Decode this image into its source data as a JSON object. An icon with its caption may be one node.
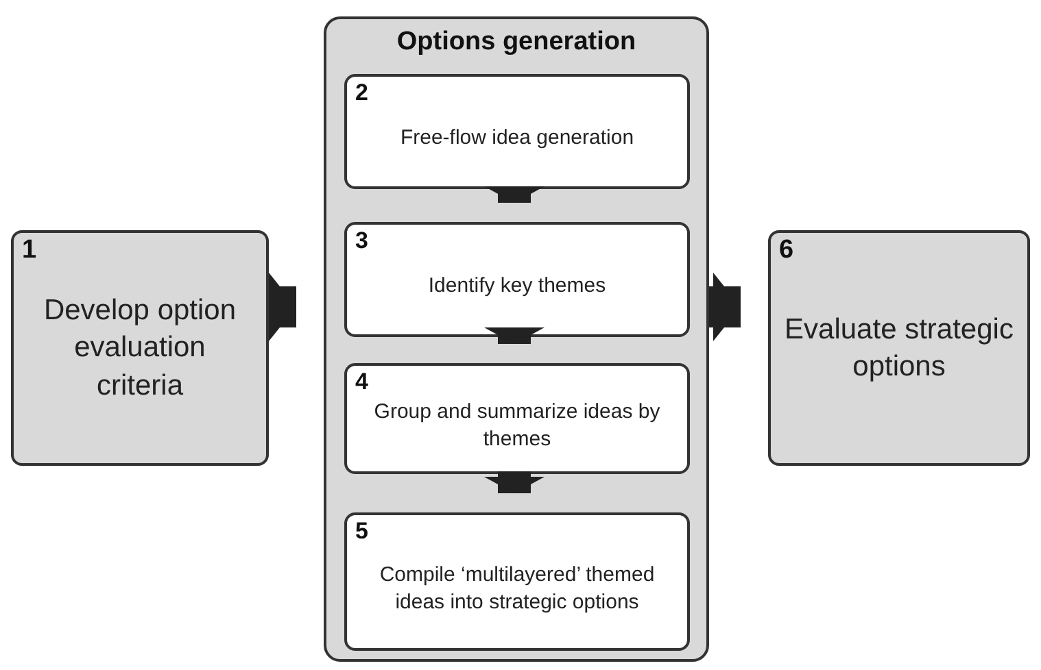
{
  "diagram": {
    "nodes": [
      {
        "text": [
          "1",
          "Develop option evaluation criteria"
        ]
      },
      {
        "text": [
          "Options generation"
        ]
      },
      {
        "text": [
          "2",
          "Free-flow idea generation"
        ],
        "in": 1
      },
      {
        "text": [
          "3",
          "Identify key themes"
        ],
        "in": 1
      },
      {
        "text": [
          "4",
          "Group and summarize ideas by themes"
        ],
        "in": 1
      },
      {
        "text": [
          "5",
          "Compile ‘multilayered’ themed ideas into strategic options"
        ],
        "in": 1
      },
      {
        "text": [
          "6",
          "Evaluate strategic options"
        ]
      }
    ],
    "edges": [
      {
        "from": 0,
        "to": 1,
        "arrow": "to"
      },
      {
        "from": 1,
        "to": 6,
        "arrow": "to"
      },
      {
        "from": 2,
        "to": 3,
        "arrow": "to"
      },
      {
        "from": 3,
        "to": 4,
        "arrow": "to"
      },
      {
        "from": 4,
        "to": 5,
        "arrow": "to"
      }
    ]
  }
}
